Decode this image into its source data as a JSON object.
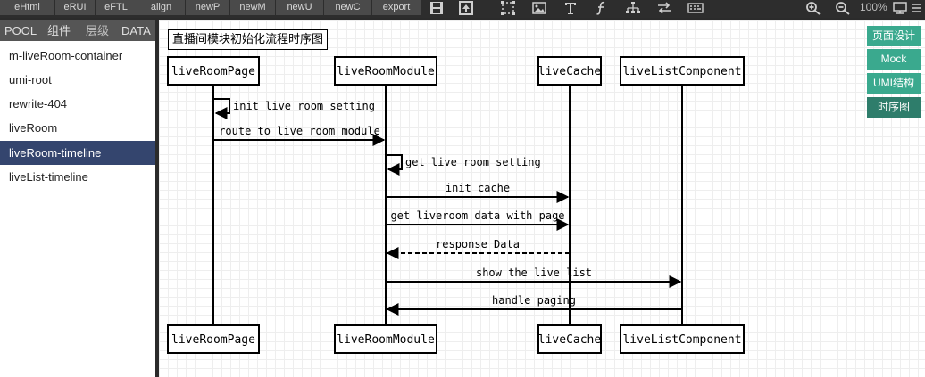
{
  "toolbar": {
    "buttons": [
      "eHtml",
      "eRUI",
      "eFTL",
      "align",
      "newP",
      "newM",
      "newU",
      "newC",
      "export"
    ],
    "zoom": "100%"
  },
  "sidebar": {
    "tabs": [
      "POOL",
      "组件",
      "层级",
      "DATA"
    ],
    "items": [
      "m-liveRoom-container",
      "umi-root",
      "rewrite-404",
      "liveRoom",
      "liveRoom-timeline",
      "liveList-timeline"
    ],
    "selected": "liveRoom-timeline"
  },
  "right_buttons": [
    "页面设计",
    "Mock",
    "UMI结构",
    "时序图"
  ],
  "diagram": {
    "title": "直播间模块初始化流程时序图",
    "participants": [
      "liveRoomPage",
      "liveRoomModule",
      "liveCache",
      "liveListComponent"
    ],
    "messages": [
      {
        "from": "liveRoomPage",
        "to": "liveRoomPage",
        "label": "init live room setting",
        "style": "solid"
      },
      {
        "from": "liveRoomPage",
        "to": "liveRoomModule",
        "label": "route to live room module",
        "style": "solid"
      },
      {
        "from": "liveRoomModule",
        "to": "liveRoomModule",
        "label": "get live room setting",
        "style": "solid"
      },
      {
        "from": "liveRoomModule",
        "to": "liveCache",
        "label": "init cache",
        "style": "solid"
      },
      {
        "from": "liveRoomModule",
        "to": "liveCache",
        "label": "get liveroom data with page",
        "style": "solid"
      },
      {
        "from": "liveCache",
        "to": "liveRoomModule",
        "label": "response Data",
        "style": "dashed"
      },
      {
        "from": "liveRoomModule",
        "to": "liveListComponent",
        "label": "show the live list",
        "style": "solid"
      },
      {
        "from": "liveListComponent",
        "to": "liveRoomModule",
        "label": "handle paging",
        "style": "solid"
      }
    ]
  },
  "colors": {
    "selected_item": "#34456e",
    "accent_button": "#3aa98e",
    "accent_button_active": "#2e7d6b"
  }
}
